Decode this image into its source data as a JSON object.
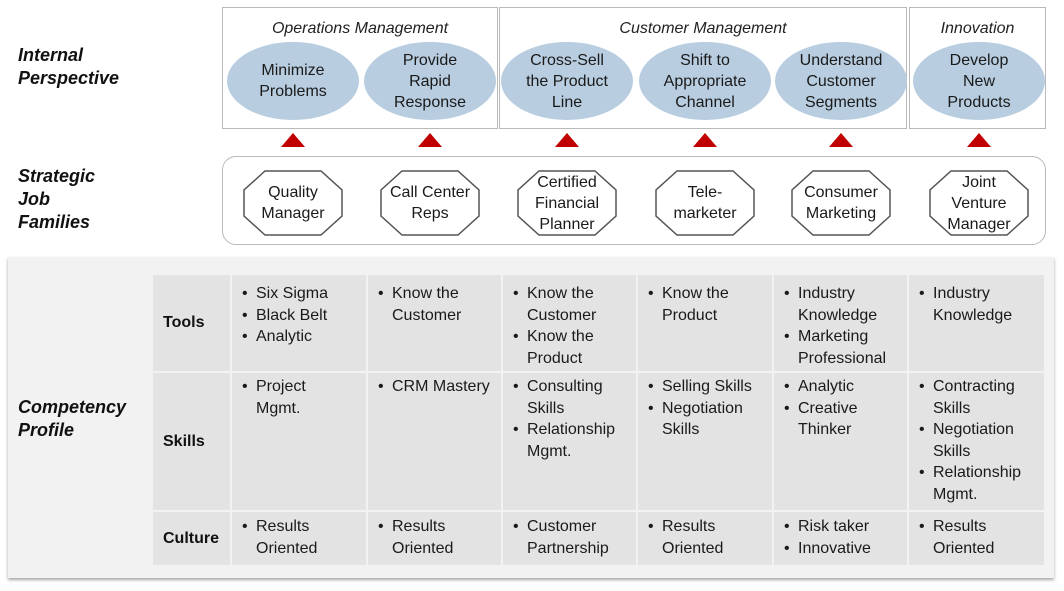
{
  "row_labels": {
    "internal": [
      "Internal",
      "Perspective"
    ],
    "jobs": [
      "Strategic",
      "Job",
      "Families"
    ],
    "competency": [
      "Competency",
      "Profile"
    ]
  },
  "groups": [
    {
      "title": "Operations Management"
    },
    {
      "title": "Customer Management"
    },
    {
      "title": "Innovation"
    }
  ],
  "processes": [
    {
      "lines": [
        "Minimize",
        "Problems"
      ]
    },
    {
      "lines": [
        "Provide",
        "Rapid",
        "Response"
      ]
    },
    {
      "lines": [
        "Cross-Sell",
        "the Product",
        "Line"
      ]
    },
    {
      "lines": [
        "Shift to",
        "Appropriate",
        "Channel"
      ]
    },
    {
      "lines": [
        "Understand",
        "Customer",
        "Segments"
      ]
    },
    {
      "lines": [
        "Develop",
        "New",
        "Products"
      ]
    }
  ],
  "jobs": [
    {
      "lines": [
        "Quality",
        "Manager"
      ]
    },
    {
      "lines": [
        "Call Center",
        "Reps"
      ]
    },
    {
      "lines": [
        "Certified",
        "Financial",
        "Planner"
      ]
    },
    {
      "lines": [
        "Tele-",
        "marketer"
      ]
    },
    {
      "lines": [
        "Consumer",
        "Marketing"
      ]
    },
    {
      "lines": [
        "Joint",
        "Venture",
        "Manager"
      ]
    }
  ],
  "competency_rows": [
    {
      "label": "Tools",
      "cells": [
        [
          [
            "Six Sigma"
          ],
          [
            "Black Belt"
          ],
          [
            "Analytic"
          ]
        ],
        [
          [
            "Know the",
            "Customer"
          ]
        ],
        [
          [
            "Know the",
            "Customer"
          ],
          [
            "Know the",
            "Product"
          ]
        ],
        [
          [
            "Know the",
            "Product"
          ]
        ],
        [
          [
            "Industry",
            "Knowledge"
          ],
          [
            "Marketing",
            "Professional"
          ]
        ],
        [
          [
            "Industry",
            "Knowledge"
          ]
        ]
      ]
    },
    {
      "label": "Skills",
      "cells": [
        [
          [
            "Project",
            "Mgmt."
          ]
        ],
        [
          [
            "CRM Mastery"
          ]
        ],
        [
          [
            "Consulting",
            "Skills"
          ],
          [
            "Relationship",
            "Mgmt."
          ]
        ],
        [
          [
            "Selling Skills"
          ],
          [
            "Negotiation",
            "Skills"
          ]
        ],
        [
          [
            "Analytic"
          ],
          [
            "Creative",
            "Thinker"
          ]
        ],
        [
          [
            "Contracting",
            "Skills"
          ],
          [
            "Negotiation",
            "Skills"
          ],
          [
            "Relationship",
            "Mgmt."
          ]
        ]
      ]
    },
    {
      "label": "Culture",
      "cells": [
        [
          [
            "Results",
            "Oriented"
          ]
        ],
        [
          [
            "Results",
            "Oriented"
          ]
        ],
        [
          [
            "Customer",
            "Partnership"
          ]
        ],
        [
          [
            "Results",
            "Oriented"
          ]
        ],
        [
          [
            "Risk taker"
          ],
          [
            "Innovative"
          ]
        ],
        [
          [
            "Results",
            "Oriented"
          ]
        ]
      ]
    }
  ],
  "colors": {
    "ellipse_fill": "#b8cde0",
    "arrow": "#c00000",
    "cell_fill": "#e3e3e3",
    "panel_fill": "#f2f2f2",
    "border": "#b9b9b9"
  }
}
